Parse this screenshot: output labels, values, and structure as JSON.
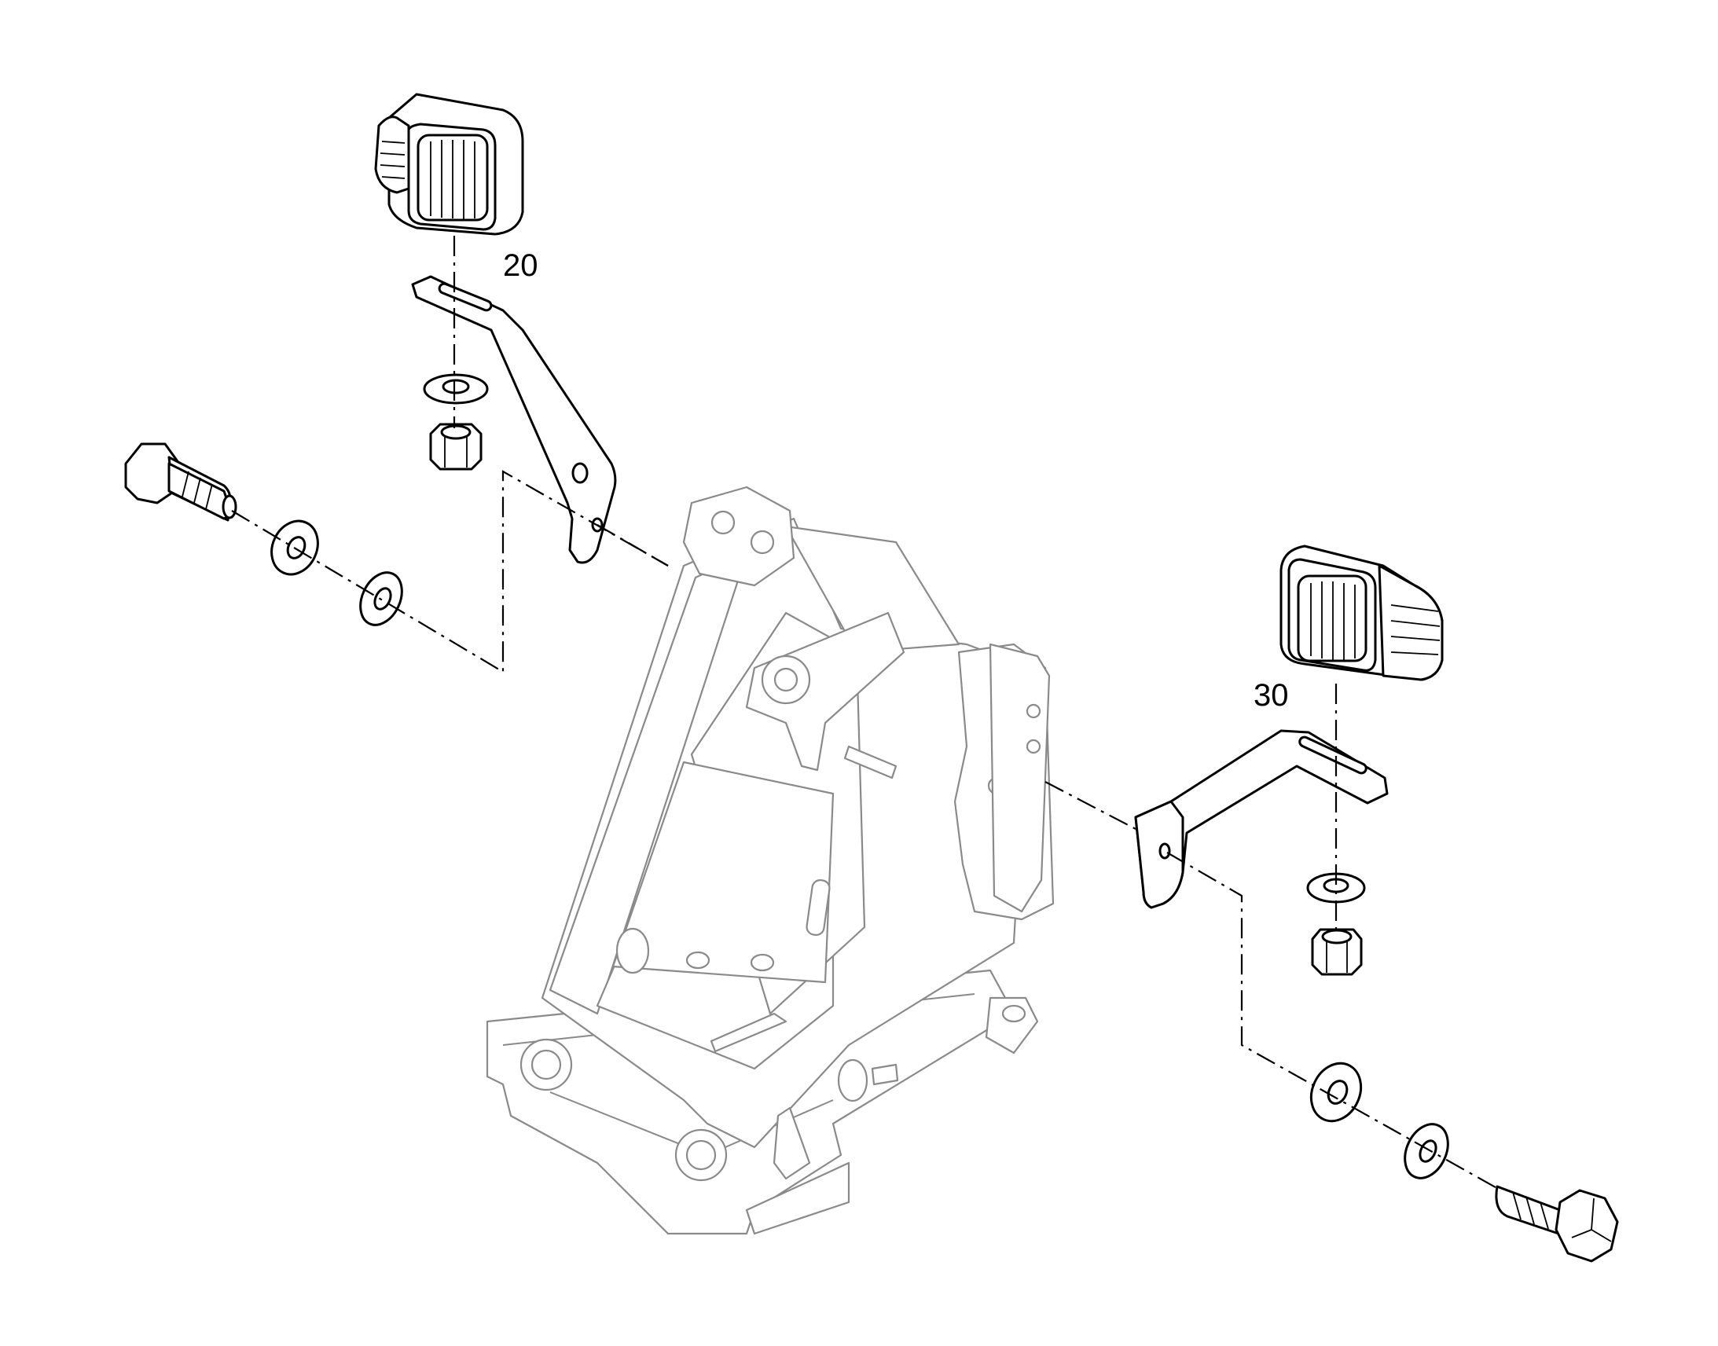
{
  "callouts": [
    {
      "id": "item-20",
      "label": "20"
    },
    {
      "id": "item-30",
      "label": "30"
    }
  ],
  "parts": {
    "left_assembly": [
      "work-lamp",
      "mounting-bracket",
      "washer",
      "hex-nut",
      "hex-bolt",
      "washer",
      "lock-washer"
    ],
    "right_assembly": [
      "work-lamp",
      "mounting-bracket",
      "washer",
      "hex-nut",
      "hex-bolt",
      "washer",
      "lock-washer"
    ],
    "base": "loader-frame"
  }
}
